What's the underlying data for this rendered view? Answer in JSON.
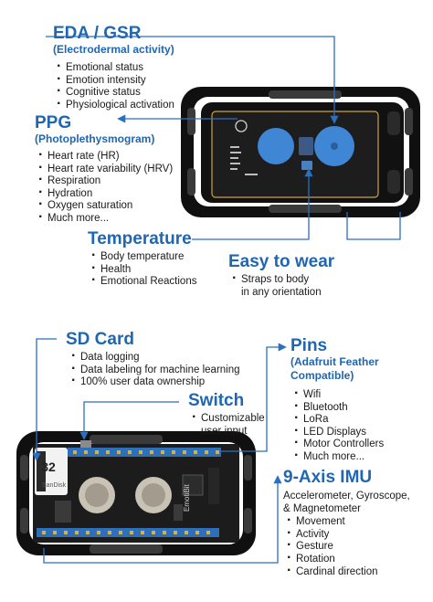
{
  "top": {
    "eda": {
      "title": "EDA / GSR",
      "subtitle": "(Electrodermal activity)",
      "items": [
        "Emotional status",
        "Emotion intensity",
        "Cognitive status",
        "Physiological activation"
      ]
    },
    "ppg": {
      "title": "PPG",
      "subtitle": "(Photoplethysmogram)",
      "items": [
        "Heart rate (HR)",
        "Heart rate variability (HRV)",
        "Respiration",
        "Hydration",
        "Oxygen saturation",
        "Much more..."
      ]
    },
    "temperature": {
      "title": "Temperature",
      "items": [
        "Body temperature",
        "Health",
        "Emotional Reactions"
      ]
    },
    "wear": {
      "title": "Easy to wear",
      "items": [
        "Straps to body",
        "in any orientation"
      ]
    }
  },
  "bottom": {
    "sd": {
      "title": "SD Card",
      "items": [
        "Data logging",
        "Data labeling for machine learning",
        "100% user data ownership"
      ]
    },
    "switch": {
      "title": "Switch",
      "items": [
        "Customizable",
        "user input"
      ]
    },
    "pins": {
      "title": "Pins",
      "subtitle1": "(Adafruit Feather",
      "subtitle2": "Compatible)",
      "items": [
        "Wifi",
        "Bluetooth",
        "LoRa",
        "LED Displays",
        "Motor Controllers",
        "Much more..."
      ]
    },
    "imu": {
      "title": "9-Axis IMU",
      "desc1": "Accelerometer, Gyroscope,",
      "desc2": "& Magnetometer",
      "items": [
        "Movement",
        "Activity",
        "Gesture",
        "Rotation",
        "Cardinal direction"
      ]
    },
    "board": {
      "brand": "EmotiBit",
      "sd_label": "32",
      "sd_brand": "SanDisk"
    }
  },
  "colors": {
    "accent": "#1f66b3",
    "line": "#2a6fc0",
    "strap": "#111111",
    "pcb": "#1a1a1a",
    "sensor": "#3f86d4"
  }
}
